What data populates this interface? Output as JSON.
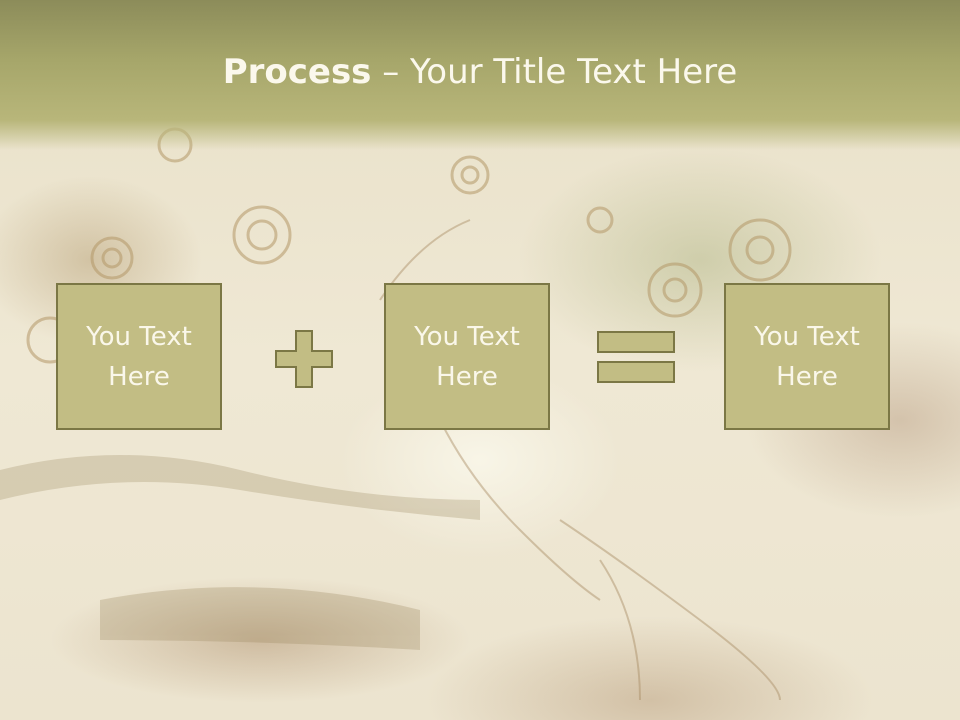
{
  "title": {
    "bold": "Process",
    "rest": " – Your Title Text Here"
  },
  "boxes": [
    {
      "text": "You Text Here"
    },
    {
      "text": "You Text Here"
    },
    {
      "text": "You Text Here"
    }
  ],
  "colors": {
    "header": "#a6a66a",
    "box_fill": "#c2bd84",
    "box_border": "#7b7745",
    "text": "#faf7ea"
  },
  "operators": [
    "plus-icon",
    "equals-icon"
  ]
}
